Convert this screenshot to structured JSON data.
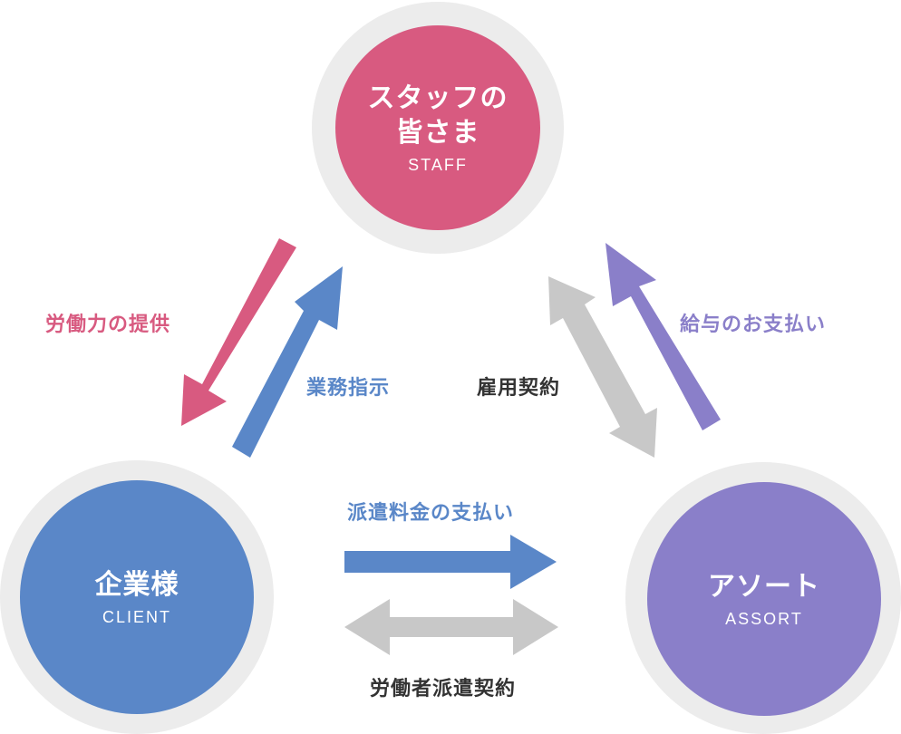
{
  "colors": {
    "staff": "#d85a80",
    "client": "#5a87c8",
    "assort": "#8a7fc9",
    "gray_arrow": "#c8c8c8",
    "ring": "#ececec",
    "dark_text": "#333333"
  },
  "nodes": {
    "staff": {
      "title_line1": "スタッフの",
      "title_line2": "皆さま",
      "subtitle": "STAFF"
    },
    "client": {
      "title": "企業様",
      "subtitle": "CLIENT"
    },
    "assort": {
      "title": "アソート",
      "subtitle": "ASSORT"
    }
  },
  "relations": {
    "labor_provision": "労働力の提供",
    "work_instruction": "業務指示",
    "employment_contract": "雇用契約",
    "salary_payment": "給与のお支払い",
    "dispatch_fee_payment": "派遣料金の支払い",
    "worker_dispatch_contract": "労働者派遣契約"
  }
}
